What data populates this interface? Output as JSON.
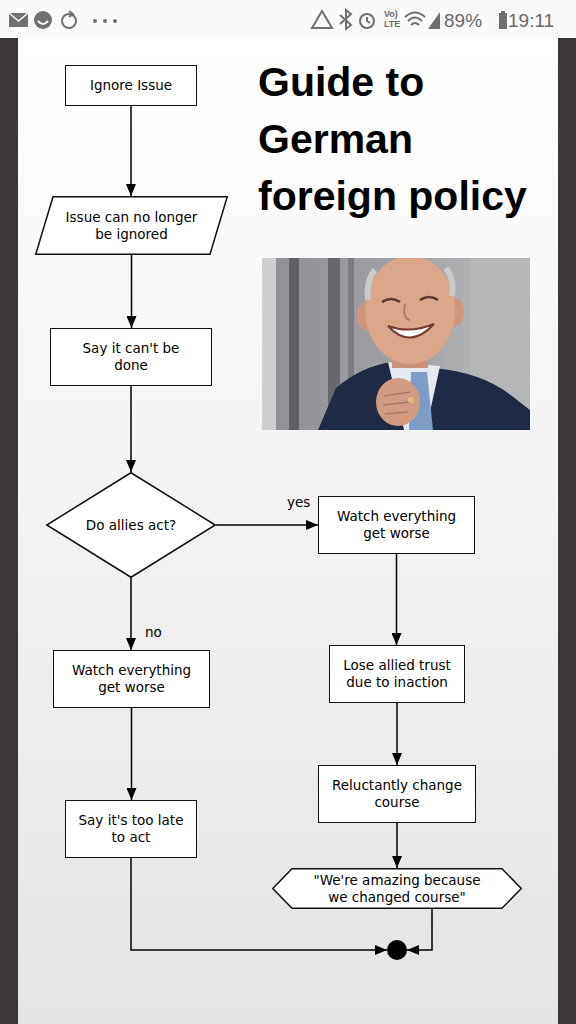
{
  "diagram": {
    "title": "Guide to German foreign policy",
    "nodes": [
      {
        "text": [
          "Ignore Issue"
        ]
      },
      {
        "text": [
          "Issue can no longer be ignored"
        ]
      },
      {
        "text": [
          "Say it can't be done"
        ]
      },
      {
        "text": [
          "Do allies act?"
        ]
      },
      {
        "text": [
          "Watch everything get worse"
        ]
      },
      {
        "text": [
          "Watch everything get worse"
        ]
      },
      {
        "text": [
          "Lose allied trust due to inaction"
        ]
      },
      {
        "text": [
          "Reluctantly change course"
        ]
      },
      {
        "text": [
          "Say it's too late to act"
        ]
      },
      {
        "text": [
          "\"We're amazing because we changed course\""
        ]
      }
    ],
    "edges": [
      {
        "from": 0,
        "to": 1,
        "arrow": "to"
      },
      {
        "from": 1,
        "to": 2,
        "arrow": "to"
      },
      {
        "from": 2,
        "to": 3,
        "arrow": "to"
      },
      {
        "from": 3,
        "to": 4,
        "label": "yes",
        "arrow": "to"
      },
      {
        "from": 3,
        "to": 5,
        "label": "no",
        "arrow": "to"
      },
      {
        "from": 4,
        "to": 6,
        "arrow": "to"
      },
      {
        "from": 6,
        "to": 7,
        "arrow": "to"
      },
      {
        "from": 7,
        "to": 9,
        "arrow": "to"
      },
      {
        "from": 5,
        "to": 8,
        "arrow": "to"
      }
    ],
    "labels": [
      "89%",
      "19:11",
      "Vo)",
      "LTE"
    ]
  }
}
